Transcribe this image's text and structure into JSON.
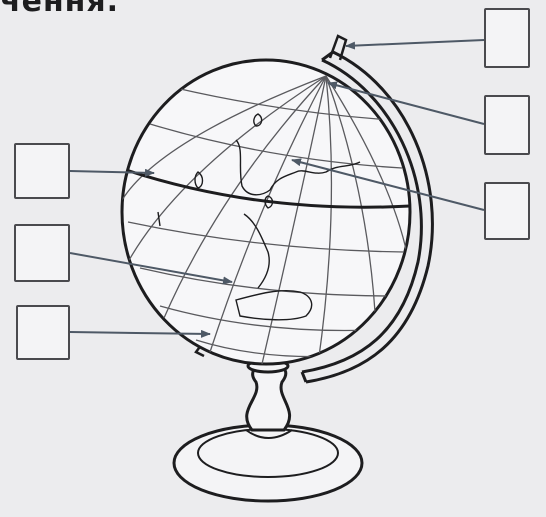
{
  "header": {
    "text": "чення."
  },
  "colors": {
    "background": "#ececee",
    "line": "#1d1d1f",
    "arrow": "#4e5966"
  },
  "answer_boxes": [
    {
      "id": "left-1",
      "value": ""
    },
    {
      "id": "left-2",
      "value": ""
    },
    {
      "id": "left-3",
      "value": ""
    },
    {
      "id": "right-1",
      "value": ""
    },
    {
      "id": "right-2",
      "value": ""
    },
    {
      "id": "right-3",
      "value": ""
    }
  ]
}
